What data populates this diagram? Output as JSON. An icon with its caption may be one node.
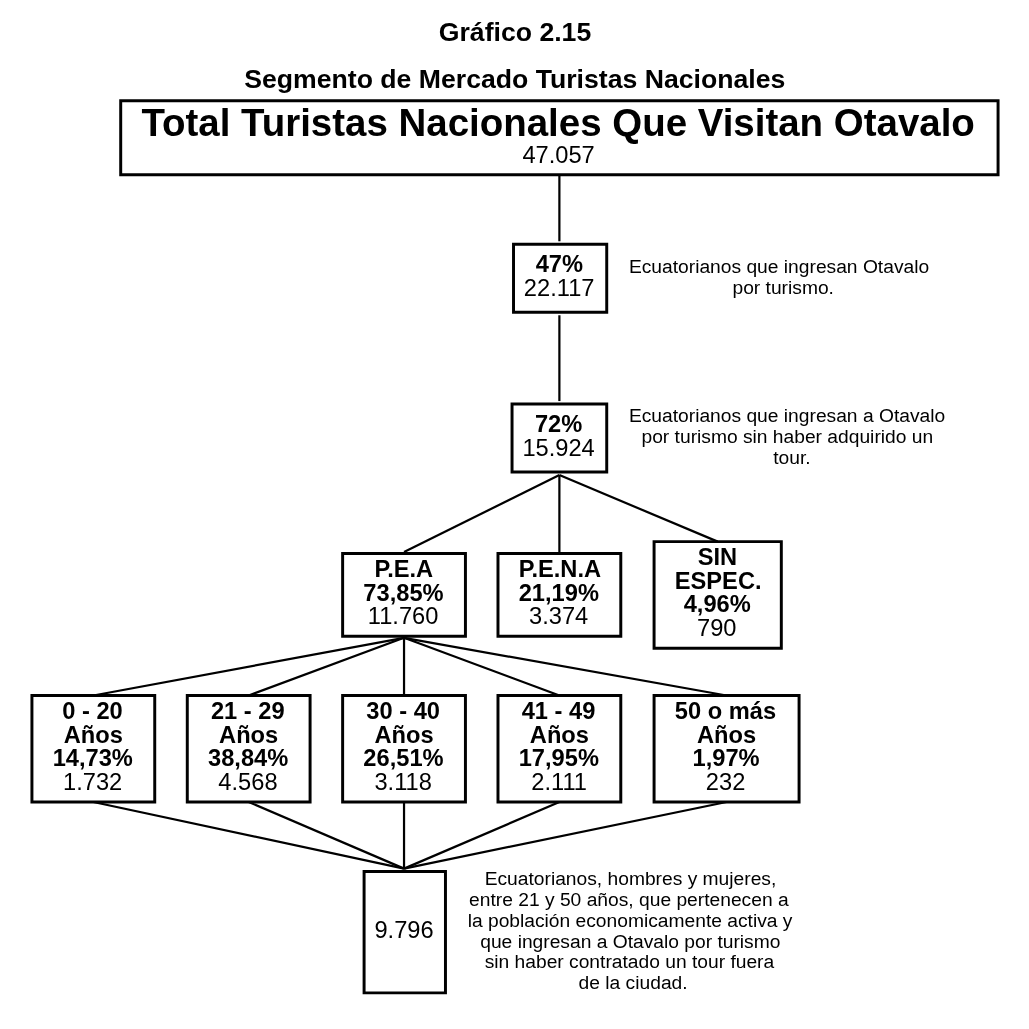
{
  "diagram": {
    "title": "Gráfico 2.15",
    "caption": "Segmento de Mercado Turistas Nacionales",
    "nodes": [
      {
        "text": [
          "Total Turistas Nacionales Que Visitan Otavalo",
          "47.057"
        ]
      },
      {
        "text": [
          "47%",
          "22.117"
        ],
        "beside": [
          "Ecuatorianos que ingresan Otavalo por turismo."
        ]
      },
      {
        "text": [
          "72%",
          "15.924"
        ],
        "beside": [
          "Ecuatorianos que ingresan a Otavalo por turismo sin haber adquirido un tour."
        ]
      },
      {
        "text": [
          "P.E.A",
          "73,85%",
          "11.760"
        ]
      },
      {
        "text": [
          "P.E.N.A",
          "21,19%",
          "3.374"
        ]
      },
      {
        "text": [
          "SIN ESPEC.",
          "4,96%",
          "790"
        ]
      },
      {
        "text": [
          "0 - 20 Años",
          "14,73%",
          "1.732"
        ]
      },
      {
        "text": [
          "21 - 29 Años",
          "38,84%",
          "4.568"
        ]
      },
      {
        "text": [
          "30 - 40 Años",
          "26,51%",
          "3.118"
        ]
      },
      {
        "text": [
          "41 - 49 Años",
          "17,95%",
          "2.111"
        ]
      },
      {
        "text": [
          "50 o más Años",
          "1,97%",
          "232"
        ]
      },
      {
        "text": [
          "9.796"
        ],
        "beside": [
          "Ecuatorianos, hombres y mujeres, entre 21 y 50 años, que pertenecen a la población economicamente activa y que ingresan a Otavalo por turismo sin haber contratado un tour fuera de la ciudad."
        ]
      }
    ],
    "edges": [
      {
        "from": 0,
        "to": 1,
        "arrow": "none"
      },
      {
        "from": 1,
        "to": 2,
        "arrow": "none"
      },
      {
        "from": 2,
        "to": 3,
        "arrow": "none"
      },
      {
        "from": 2,
        "to": 4,
        "arrow": "none"
      },
      {
        "from": 2,
        "to": 5,
        "arrow": "none"
      },
      {
        "from": 3,
        "to": 6,
        "arrow": "none"
      },
      {
        "from": 3,
        "to": 7,
        "arrow": "none"
      },
      {
        "from": 3,
        "to": 8,
        "arrow": "none"
      },
      {
        "from": 3,
        "to": 9,
        "arrow": "none"
      },
      {
        "from": 3,
        "to": 10,
        "arrow": "none"
      },
      {
        "from": 6,
        "to": 11,
        "arrow": "none"
      },
      {
        "from": 7,
        "to": 11,
        "arrow": "none"
      },
      {
        "from": 8,
        "to": 11,
        "arrow": "none"
      },
      {
        "from": 9,
        "to": 11,
        "arrow": "none"
      },
      {
        "from": 10,
        "to": 11,
        "arrow": "none"
      }
    ]
  }
}
